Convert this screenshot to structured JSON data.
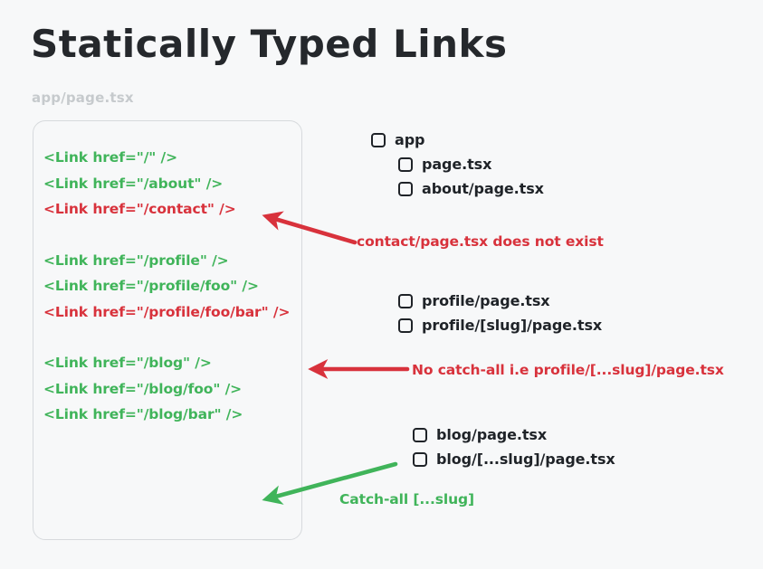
{
  "header": {
    "title": "Statically Typed Links"
  },
  "code_panel": {
    "caption": "app/page.tsx",
    "groups": [
      {
        "name": "root-group",
        "lines": [
          {
            "text": "<Link href=\"/\" />",
            "status": "ok"
          },
          {
            "text": "<Link href=\"/about\" />",
            "status": "ok"
          },
          {
            "text": "<Link href=\"/contact\" />",
            "status": "bad"
          }
        ]
      },
      {
        "name": "profile-group",
        "lines": [
          {
            "text": "<Link href=\"/profile\" />",
            "status": "ok"
          },
          {
            "text": "<Link href=\"/profile/foo\" />",
            "status": "ok"
          },
          {
            "text": "<Link href=\"/profile/foo/bar\" />",
            "status": "bad"
          }
        ]
      },
      {
        "name": "blog-group",
        "lines": [
          {
            "text": "<Link href=\"/blog\" />",
            "status": "ok"
          },
          {
            "text": "<Link href=\"/blog/foo\" />",
            "status": "ok"
          },
          {
            "text": "<Link href=\"/blog/bar\" />",
            "status": "ok"
          }
        ]
      }
    ]
  },
  "file_tree": {
    "groups": [
      {
        "name": "app",
        "rows": [
          {
            "label": "app",
            "indent": 1
          },
          {
            "label": "page.tsx",
            "indent": 2
          },
          {
            "label": "about/page.tsx",
            "indent": 2
          }
        ]
      },
      {
        "name": "profile",
        "rows": [
          {
            "label": "profile/page.tsx",
            "indent": 2
          },
          {
            "label": "profile/[slug]/page.tsx",
            "indent": 2
          }
        ]
      },
      {
        "name": "blog",
        "rows": [
          {
            "label": "blog/page.tsx",
            "indent": 3
          },
          {
            "label": "blog/[...slug]/page.tsx",
            "indent": 3
          }
        ]
      }
    ]
  },
  "annotations": {
    "contact_missing": "contact/page.tsx does not exist",
    "no_catch_all": "No catch-all i.e profile/[...slug]/page.tsx",
    "catch_all_ok": "Catch-all [...slug]"
  },
  "colors": {
    "background": "#f7f8f9",
    "text": "#1f2328",
    "ok_green": "#40b45a",
    "error_red": "#d8323c",
    "caption_gray": "#c6cacd",
    "card_border": "#d7dadd"
  }
}
